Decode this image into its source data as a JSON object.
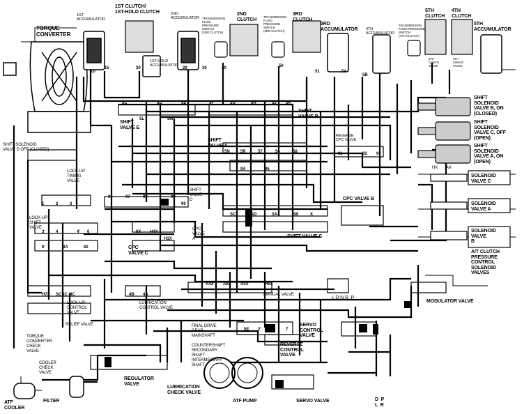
{
  "labels": {
    "torque_converter": "TORQUE\nCONVERTER",
    "first_accumulator": "1ST\nACCUMULATOR",
    "first_clutch": "1ST CLUTCH/\n1ST-HOLD CLUTCH",
    "second_accumulator": "2ND\nACCUMULATOR",
    "tps_2nd": "TRANSMISSION\nFLUID\nPRESSURE\nSWITCH\n(2ND CLUTCH)",
    "second_clutch": "2ND\nCLUTCH",
    "tps_3rd": "TRANSMISSION\nFLUID\nPRESSURE\nSWITCH\n(3RD CLUTCH)",
    "third_clutch": "3RD\nCLUTCH",
    "third_accumulator": "3RD\nACCUMULATOR",
    "fourth_accumulator": "4TH\nACCUMULATOR",
    "tps_4th": "TRANSMISSION\nFLUID PRESSURE\nSWITCH\n(4TH CLUTCH)",
    "fifth_clutch": "5TH\nCLUTCH",
    "fourth_clutch": "4TH\nCLUTCH",
    "fifth_accumulator": "5TH\nACCUMULATOR",
    "first_hold_accumulator": "1ST-HOLD\nACCUMULATOR",
    "shift_solenoid_b": "SHIFT\nSOLENOID\nVALVE B, ON\n(CLOSED)",
    "shift_solenoid_c": "SHIFT\nSOLENOID\nVALVE C, OFF\n(OPEN)",
    "shift_solenoid_a": "SHIFT\nSOLENOID\nVALVE A, ON\n(OPEN)",
    "shift_valve_e": "SHIFT\nVALVE E",
    "shift_valve_b": "SHIFT\nVALVE B",
    "shift_valve_a": "SHIFT\nVALVE A",
    "reverse_cpc": "REVERSE\nCPC VALVE",
    "shift_solenoid_d": "SHIFT SOLENOID\nVALVE D OFF (CLOSED)",
    "lockup_timing": "LOCK-UP\nTIMING\nVALVE",
    "lockup_shift": "LOCK-UP\nSHIFT\nVALVE",
    "shift_valve_d": "SHIFT\nVALVE\nD",
    "cpc_valve_b": "CPC VALVE B",
    "cpc_valve_a": "CPC\nVALVE\nA",
    "cpc_valve_c": "CPC\nVALVE C",
    "shift_valve_c": "SHIFT VALVE C",
    "solenoid_c": "SOLENOID\nVALVE C",
    "solenoid_a": "SOLENOID\nVALVE A",
    "solenoid_b": "SOLENOID\nVALVE\nB",
    "at_clutch": "A/T CLUTCH\nPRESSURE\nCONTROL\nSOLENOID\nVALVES",
    "lockup_control": "LOCK-UP\nCONTROL\nVALVE",
    "relief_valve": "RELIEF VALVE",
    "lubrication_control": "LUBRICATION\nCONTROL VALVE",
    "manual_valve": "MANUAL VALVE",
    "modulator_valve": "MODULATOR VALVE",
    "final_drive": "FINAL DRIVE\nGEAR\nMAINSHAFT",
    "countershaft": "COUNTERSHAFT\nSECONDARY\nSHAFT\nINTERMEDIARY\nSHAFT",
    "servo_control": "SERVO\nCONTROL\nVALVE",
    "reverse_control": "REVERSE\nCONTROL\nVALVE",
    "torque_converter_check": "TORQUE\nCONVERTER\nCHECK\nVALVE",
    "cooler_check": "COOLER\nCHECK\nVALVE",
    "regulator_valve": "REGULATOR\nVALVE",
    "lubrication_check": "LUBRICATION\nCHECK VALVE",
    "atf_cooler": "ATF\nCOOLER",
    "filter": "FILTER",
    "atf_pump": "ATF PUMP",
    "servo_valve": "SERVO VALVE",
    "ldnrp": "L D N R  P",
    "dpr": "D  P\nL  R",
    "hx": "HX",
    "ax": "AX",
    "check_valve_5th": "5TH\nCHECK\nVALVE",
    "check_valve_4th": "4TH\nCHECK\nVALVE"
  },
  "ports": [
    "10",
    "15",
    "20",
    "29",
    "30",
    "40",
    "50",
    "51",
    "5A",
    "5B",
    "5C",
    "5D",
    "5E",
    "5F",
    "5G",
    "5H",
    "5J",
    "5K",
    "5L",
    "5M",
    "5N",
    "5R",
    "57",
    "56",
    "58",
    "91",
    "92",
    "93",
    "94",
    "95",
    "96",
    "97",
    "98",
    "99",
    "90",
    "SC",
    "SD",
    "SA",
    "SB",
    "X",
    "1",
    "2",
    "3",
    "3'",
    "4",
    "4'",
    "6",
    "6'",
    "3A",
    "82",
    "8X",
    "H4X",
    "H1X",
    "A4X",
    "A8X",
    "A5X",
    "H5X",
    "H7X",
    "SCSC",
    "4C",
    "4B",
    "4A",
    "5E",
    "2'",
    "7"
  ]
}
